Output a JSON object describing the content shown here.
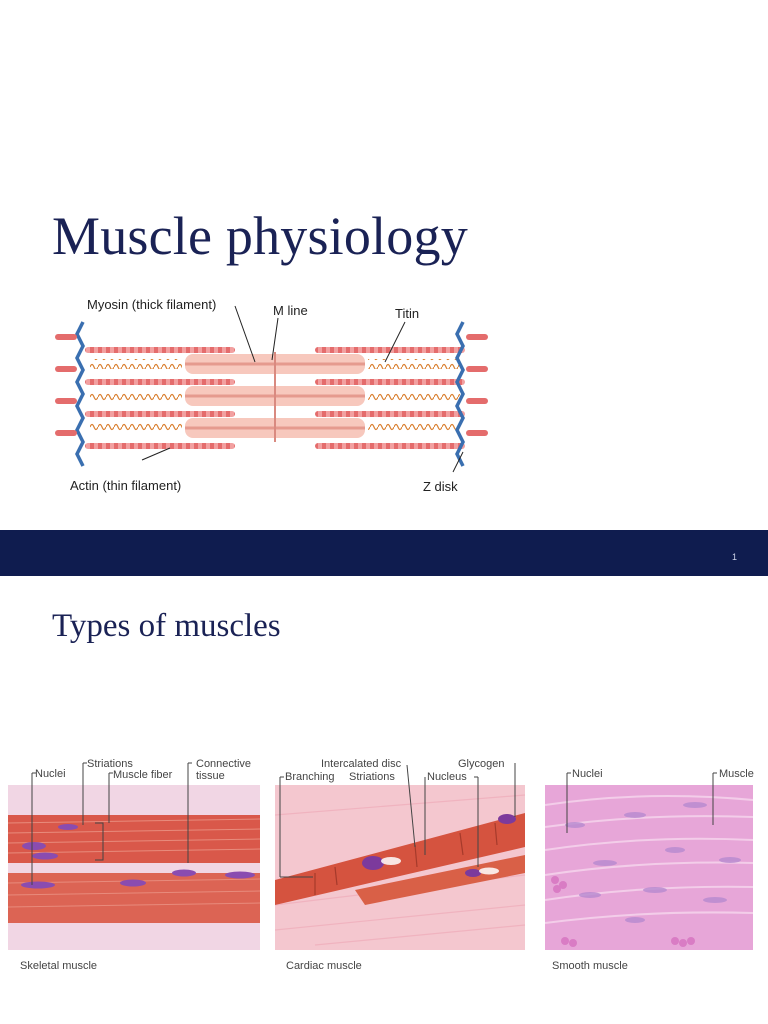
{
  "slide1": {
    "title": "Muscle physiology",
    "diagram": {
      "labels": {
        "myosin": "Myosin (thick filament)",
        "m_line": "M line",
        "titin": "Titin",
        "actin": "Actin (thin filament)",
        "z_disk": "Z disk"
      }
    }
  },
  "band": {
    "page_number": "1"
  },
  "slide2": {
    "title": "Types of muscles",
    "panels": [
      {
        "caption": "Skeletal muscle",
        "labels": {
          "nuclei": "Nuclei",
          "striations": "Striations",
          "muscle_fiber": "Muscle fiber",
          "connective_1": "Connective",
          "connective_2": "tissue"
        }
      },
      {
        "caption": "Cardiac muscle",
        "labels": {
          "intercalated": "Intercalated disc",
          "glycogen": "Glycogen",
          "branching": "Branching",
          "striations": "Striations",
          "nucleus": "Nucleus"
        }
      },
      {
        "caption": "Smooth muscle",
        "labels": {
          "nuclei": "Nuclei",
          "muscle": "Muscle"
        }
      }
    ]
  },
  "colors": {
    "navy": "#0f1c4f",
    "title_text": "#1a2255",
    "actin": "#e0555a",
    "titin": "#d98030",
    "z_disk": "#3a6fb0",
    "skeletal_bg": "#d9584a",
    "cardiac_bg": "#f4c7cf",
    "smooth_bg": "#e7a6d8"
  }
}
